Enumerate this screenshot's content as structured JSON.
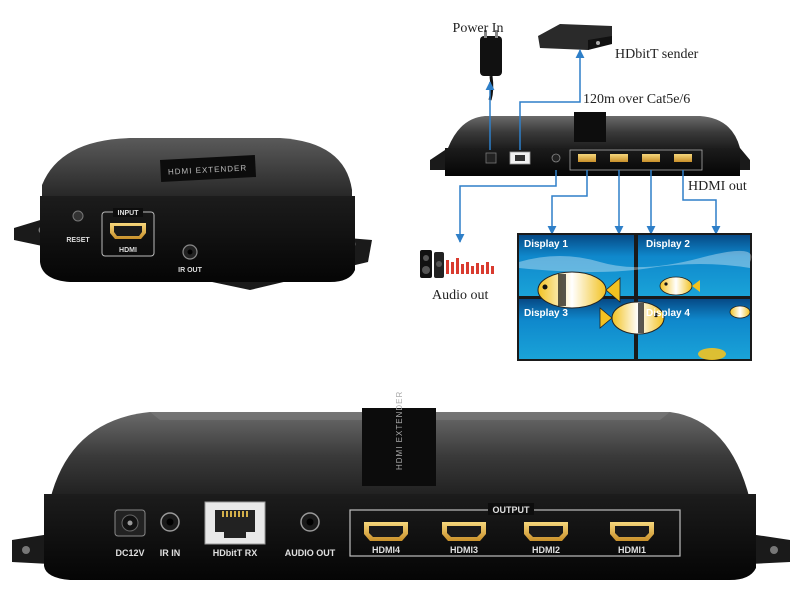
{
  "sender": {
    "front_labels": {
      "reset": "RESET",
      "input": "INPUT",
      "hdmi": "HDMI",
      "ir_out": "IR OUT"
    },
    "top_label": "HDMI EXTENDER"
  },
  "diagram": {
    "power_in": "Power In",
    "hdbit_sender": "HDbitT sender",
    "cable_label": "120m over Cat5e/6",
    "hdmi_out": "HDMI out",
    "audio_out": "Audio out",
    "displays": [
      "Display 1",
      "Display 2",
      "Display 3",
      "Display 4"
    ]
  },
  "receiver": {
    "ports": {
      "dc12v": "DC12V",
      "ir_in": "IR IN",
      "hdbit_rx": "HDbitT RX",
      "audio_out": "AUDIO OUT",
      "output": "OUTPUT",
      "hdmi4": "HDMI4",
      "hdmi3": "HDMI3",
      "hdmi2": "HDMI2",
      "hdmi1": "HDMI1"
    },
    "top_label": "HDMI EXTENDER"
  },
  "colors": {
    "arrow": "#2e7fc8",
    "device_body": "#2b2b2b",
    "device_face": "#0d0d0d",
    "hdmi_gold": "#e8b84a",
    "water": "#0f88cc"
  }
}
